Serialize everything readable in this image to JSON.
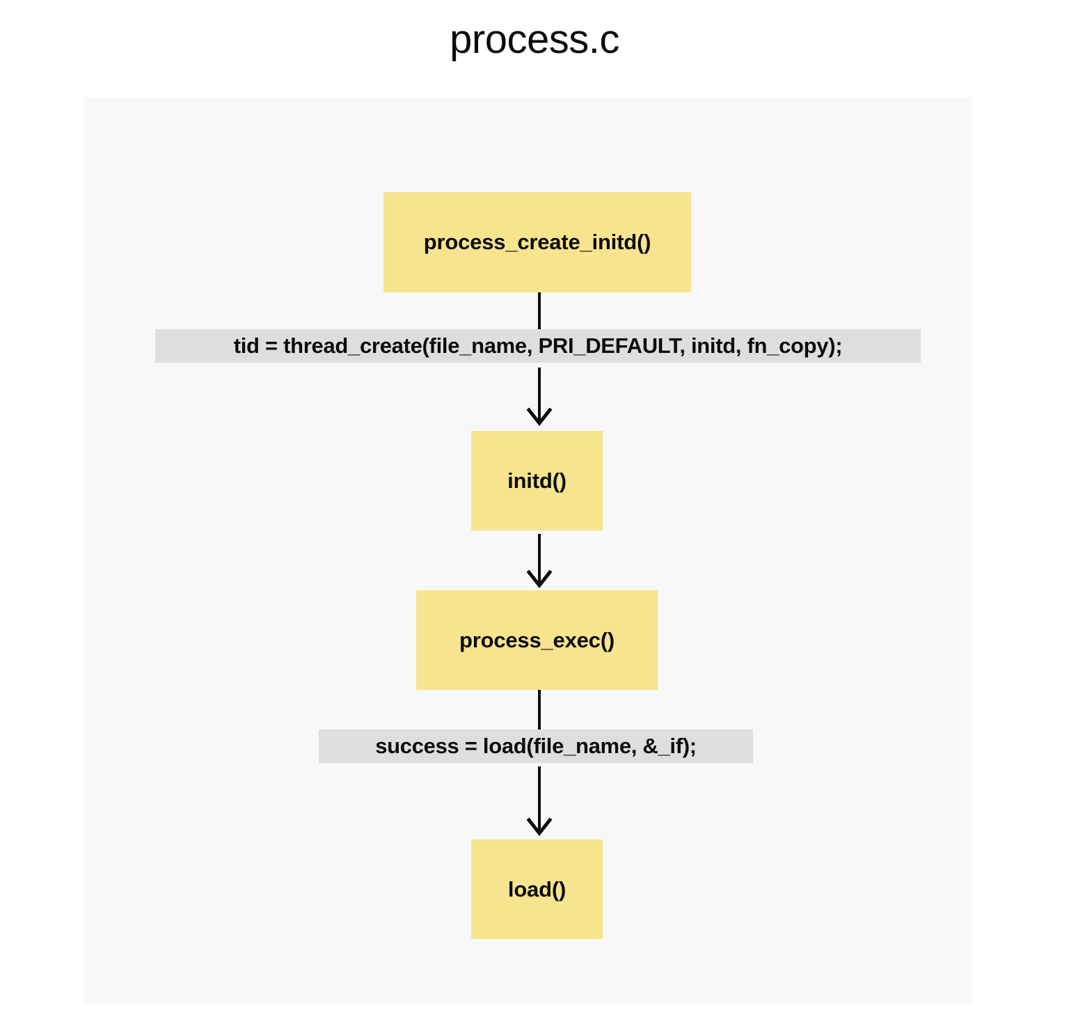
{
  "title": "process.c",
  "panel": {
    "background_color": "#f8f8f8"
  },
  "colors": {
    "node_fill": "#f7e48e",
    "edge_label_fill": "#dedede",
    "stroke": "#0c0c0c",
    "page_background": "#ffffff"
  },
  "diagram": {
    "type": "flowchart",
    "direction": "top-to-bottom",
    "nodes": [
      {
        "id": "process_create_initd",
        "label": "process_create_initd()"
      },
      {
        "id": "initd",
        "label": "initd()"
      },
      {
        "id": "process_exec",
        "label": "process_exec()"
      },
      {
        "id": "load",
        "label": "load()"
      }
    ],
    "edges": [
      {
        "from": "process_create_initd",
        "to": "initd",
        "label": "tid = thread_create(file_name, PRI_DEFAULT, initd, fn_copy);"
      },
      {
        "from": "initd",
        "to": "process_exec",
        "label": ""
      },
      {
        "from": "process_exec",
        "to": "load",
        "label": "success = load(file_name, &_if);"
      }
    ]
  }
}
